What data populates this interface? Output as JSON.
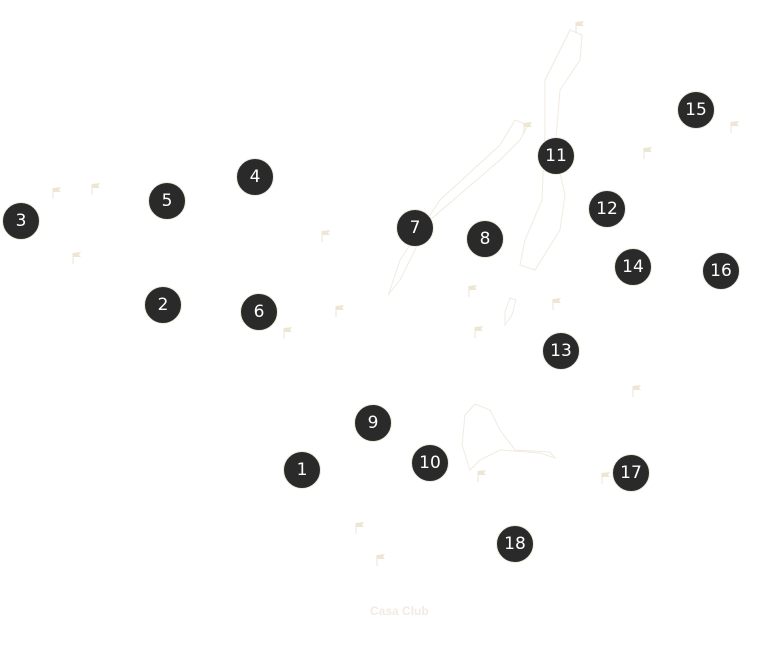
{
  "map": {
    "clubhouse_label": "Casa Club",
    "colors": {
      "marker": "#2b2a2a",
      "marker_text": "#ffffff",
      "course_lines": "#efe9dc",
      "flag": "#ede6d3"
    },
    "holes": [
      {
        "label": "1"
      },
      {
        "label": "2"
      },
      {
        "label": "3"
      },
      {
        "label": "4"
      },
      {
        "label": "5"
      },
      {
        "label": "6"
      },
      {
        "label": "7"
      },
      {
        "label": "8"
      },
      {
        "label": "9"
      },
      {
        "label": "10"
      },
      {
        "label": "11"
      },
      {
        "label": "12"
      },
      {
        "label": "13"
      },
      {
        "label": "14"
      },
      {
        "label": "15"
      },
      {
        "label": "16"
      },
      {
        "label": "17"
      },
      {
        "label": "18"
      }
    ],
    "flag_icon": "flag-icon"
  }
}
